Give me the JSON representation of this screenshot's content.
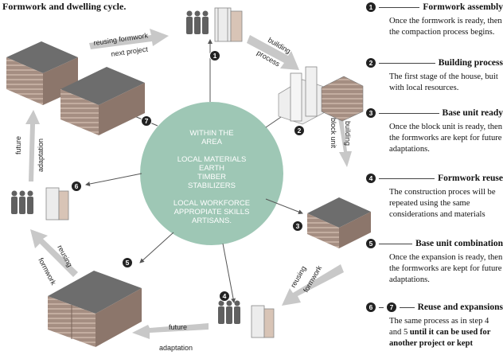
{
  "title": "Formwork and dwelling cycle.",
  "center": {
    "line1": "WITHIN THE",
    "line2": "AREA",
    "line3": "LOCAL MATERIALS",
    "line4": "EARTH",
    "line5": "TIMBER",
    "line6": "STABILIZERS",
    "line7": "LOCAL WORKFORCE",
    "line8": "APPROPIATE SKILLS",
    "line9": "ARTISANS."
  },
  "cycle_labels": {
    "reusing_formwork": "reusing formwork",
    "next_project": "next project",
    "building": "building",
    "process": "process",
    "building2": "building",
    "block_unit": "block unit",
    "reusing": "reusing",
    "formwork": "formwork",
    "future": "future",
    "adaptation": "adaptation",
    "reusing_left": "reusing",
    "formwork_left": "formwork",
    "future_left": "future",
    "adaptation_left": "adaptation"
  },
  "badges": [
    "1",
    "2",
    "3",
    "4",
    "5",
    "6",
    "7"
  ],
  "steps": [
    {
      "num": "1",
      "title": "Formwork assembly",
      "desc": "Once the formwork is ready, then the compaction process begins."
    },
    {
      "num": "2",
      "title": "Building process",
      "desc": "The first stage of the house, buit with local resources."
    },
    {
      "num": "3",
      "title": "Base unit ready",
      "desc": "Once the block unit is ready, then the formworks are kept for future adaptations."
    },
    {
      "num": "4",
      "title": "Formwork reuse",
      "desc": "The construction proces will be repeated using the same considerations and materials"
    },
    {
      "num": "5",
      "title": "Base unit combination",
      "desc": "Once the expansion is ready, then the formworks are kept for future adaptations."
    },
    {
      "num": "6",
      "num2": "7",
      "title": "Reuse and expansions",
      "desc_a": "The same process as in step 4 and 5 ",
      "desc_b": "until it can be used for another project or kept"
    }
  ],
  "colors": {
    "circle": "#9ec7b5",
    "arrow": "#c8c8c8",
    "roof": "#6d6d6d",
    "wall": "#a58e82"
  }
}
